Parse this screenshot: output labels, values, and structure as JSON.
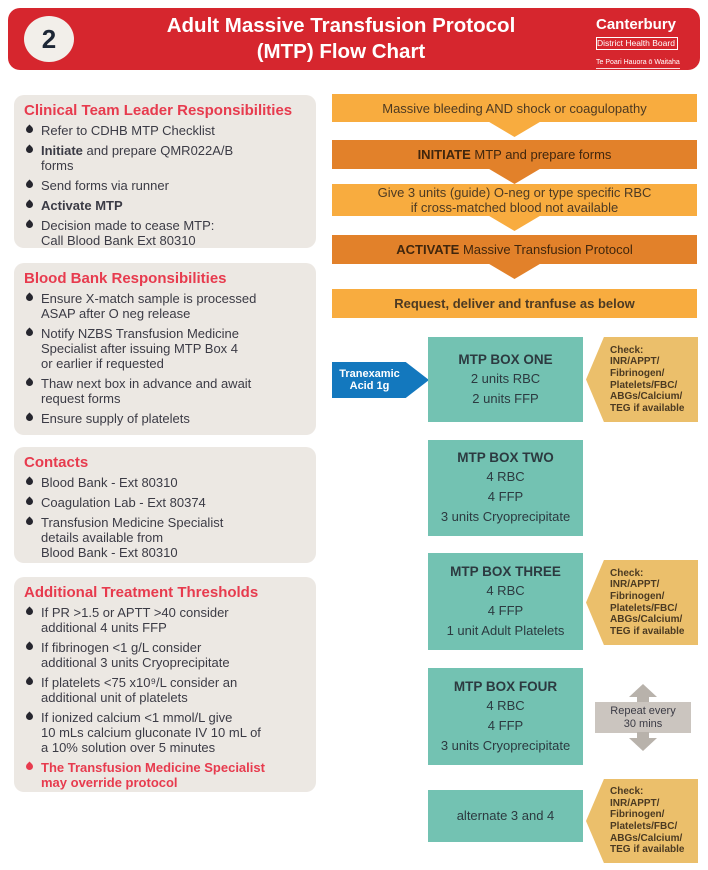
{
  "header": {
    "badge": "2",
    "title_line1": "Adult Massive Transfusion Protocol",
    "title_line2": "(MTP) Flow Chart",
    "logo": {
      "line1": "Canterbury",
      "line2": "District Health Board",
      "line3": "Te Poari Hauora ō Waitaha"
    }
  },
  "left_boxes": [
    {
      "heading": "Clinical Team Leader Responsibilities",
      "items": [
        {
          "bold": "",
          "text": "Refer to CDHB MTP Checklist"
        },
        {
          "bold": "Initiate",
          "text": " and prepare QMR022A/B\nforms"
        },
        {
          "bold": "",
          "text": "Send forms via runner"
        },
        {
          "bold": "Activate MTP",
          "text": ""
        },
        {
          "bold": "",
          "text": "Decision made to cease MTP:\nCall Blood Bank Ext 80310"
        }
      ]
    },
    {
      "heading": "Blood Bank Responsibilities",
      "items": [
        {
          "bold": "",
          "text": "Ensure X-match sample is processed\nASAP after O neg release"
        },
        {
          "bold": "",
          "text": "Notify NZBS Transfusion Medicine\nSpecialist after issuing MTP Box 4\nor earlier if requested"
        },
        {
          "bold": "",
          "text": "Thaw next box in advance and await\nrequest forms"
        },
        {
          "bold": "",
          "text": "Ensure supply of platelets"
        }
      ]
    },
    {
      "heading": "Contacts",
      "items": [
        {
          "bold": "",
          "text": "Blood Bank - Ext 80310"
        },
        {
          "bold": "",
          "text": "Coagulation Lab - Ext 80374"
        },
        {
          "bold": "",
          "text": "Transfusion Medicine Specialist\ndetails available from\nBlood Bank - Ext 80310"
        }
      ]
    },
    {
      "heading": "Additional Treatment Thresholds",
      "items": [
        {
          "bold": "",
          "text": "If PR >1.5 or APTT >40 consider\nadditional 4 units FFP"
        },
        {
          "bold": "",
          "text": "If fibrinogen <1 g/L consider\nadditional 3 units Cryoprecipitate"
        },
        {
          "bold": "",
          "text": "If platelets <75 x10⁹/L consider an\nadditional unit of platelets"
        },
        {
          "bold": "",
          "text": "If ionized calcium <1 mmol/L give\n10 mLs calcium gluconate IV 10 mL of\na 10% solution over 5 minutes"
        },
        {
          "bold": "",
          "text": "The Transfusion Medicine Specialist\nmay override protocol"
        }
      ]
    }
  ],
  "flow_steps": [
    {
      "bold": "",
      "text": "Massive bleeding AND shock or coagulopathy"
    },
    {
      "bold": "INITIATE",
      "text": " MTP and prepare forms"
    },
    {
      "bold": "",
      "text": "Give 3 units (guide) O-neg or type specific RBC\nif cross-matched blood not available"
    },
    {
      "bold": "ACTIVATE",
      "text": " Massive Transfusion Protocol"
    },
    {
      "bold": "Request, deliver and tranfuse as below",
      "text": ""
    }
  ],
  "mtp_boxes": [
    {
      "title": "MTP BOX ONE",
      "lines": "2 units RBC\n2 units FFP"
    },
    {
      "title": "MTP BOX TWO",
      "lines": "4 RBC\n4 FFP\n3 units Cryoprecipitate"
    },
    {
      "title": "MTP BOX THREE",
      "lines": "4 RBC\n4 FFP\n1 unit Adult Platelets"
    },
    {
      "title": "MTP BOX FOUR",
      "lines": "4 RBC\n4 FFP\n3 units Cryoprecipitate"
    },
    {
      "title": "",
      "lines": "alternate 3 and 4"
    }
  ],
  "tranexamic": "Tranexamic\nAcid 1g",
  "check_note": "Check:\nINR/APPT/\nFibrinogen/\nPlatelets/FBC/\nABGs/Calcium/\nTEG if available",
  "repeat_note": "Repeat every\n30 mins",
  "colors": {
    "header_red": "#D6262E",
    "heading_red": "#E73B4E",
    "panel_gray": "#ECE8E3",
    "orange_light": "#F8AC3F",
    "orange_dark": "#E2812A",
    "teal": "#73C2B2",
    "amber": "#EBBF6B",
    "blue": "#1378BE",
    "gray_widget": "#CBC5BF"
  }
}
